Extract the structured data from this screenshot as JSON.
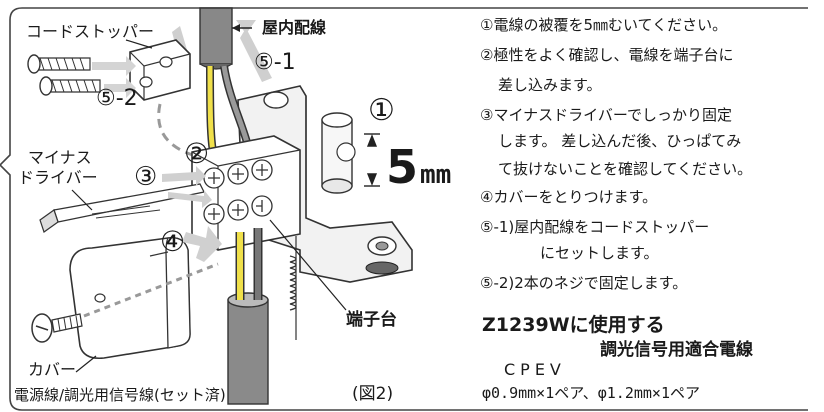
{
  "diagram": {
    "labels": {
      "cord_stopper": "コードストッパー",
      "indoor_wiring": "屋内配線",
      "step5_1": "⑤-1",
      "step5_2": "⑤-2",
      "circle1": "①",
      "circle2": "②",
      "circle3": "③",
      "circle4": "④",
      "five_mm": "5",
      "mm_unit": "mm",
      "minus_driver": "マイナス\nドライバー",
      "minus_driver_line1": "マイナス",
      "minus_driver_line2": "ドライバー",
      "terminal_block": "端子台",
      "cover": "カバー",
      "power_line": "電源線/調光用信号線(セット済)",
      "figure": "(図2)"
    }
  },
  "instructions": {
    "step1": "①電線の被覆を5㎜むいてください。",
    "step2a": "②極性をよく確認し、電線を端子台に",
    "step2b": "差し込みます。",
    "step3a": "③マイナスドライバーでしっかり固定",
    "step3b": "します。 差し込んだ後、ひっぱてみ",
    "step3c": "て抜けないことを確認してください。",
    "step4": "④カバーをとりつけます。",
    "step5_1a": "⑤-1)屋内配線をコードストッパー",
    "step5_1b": "にセットします。",
    "step5_2": "⑤-2)2本のネジで固定します。"
  },
  "spec": {
    "model_line": "Z1239Wに使用する",
    "cable_title": "調光信号用適合電線",
    "cable_type": "CPEV",
    "cable_sizes": "φ0.9mm×1ペア、φ1.2mm×1ペア"
  }
}
